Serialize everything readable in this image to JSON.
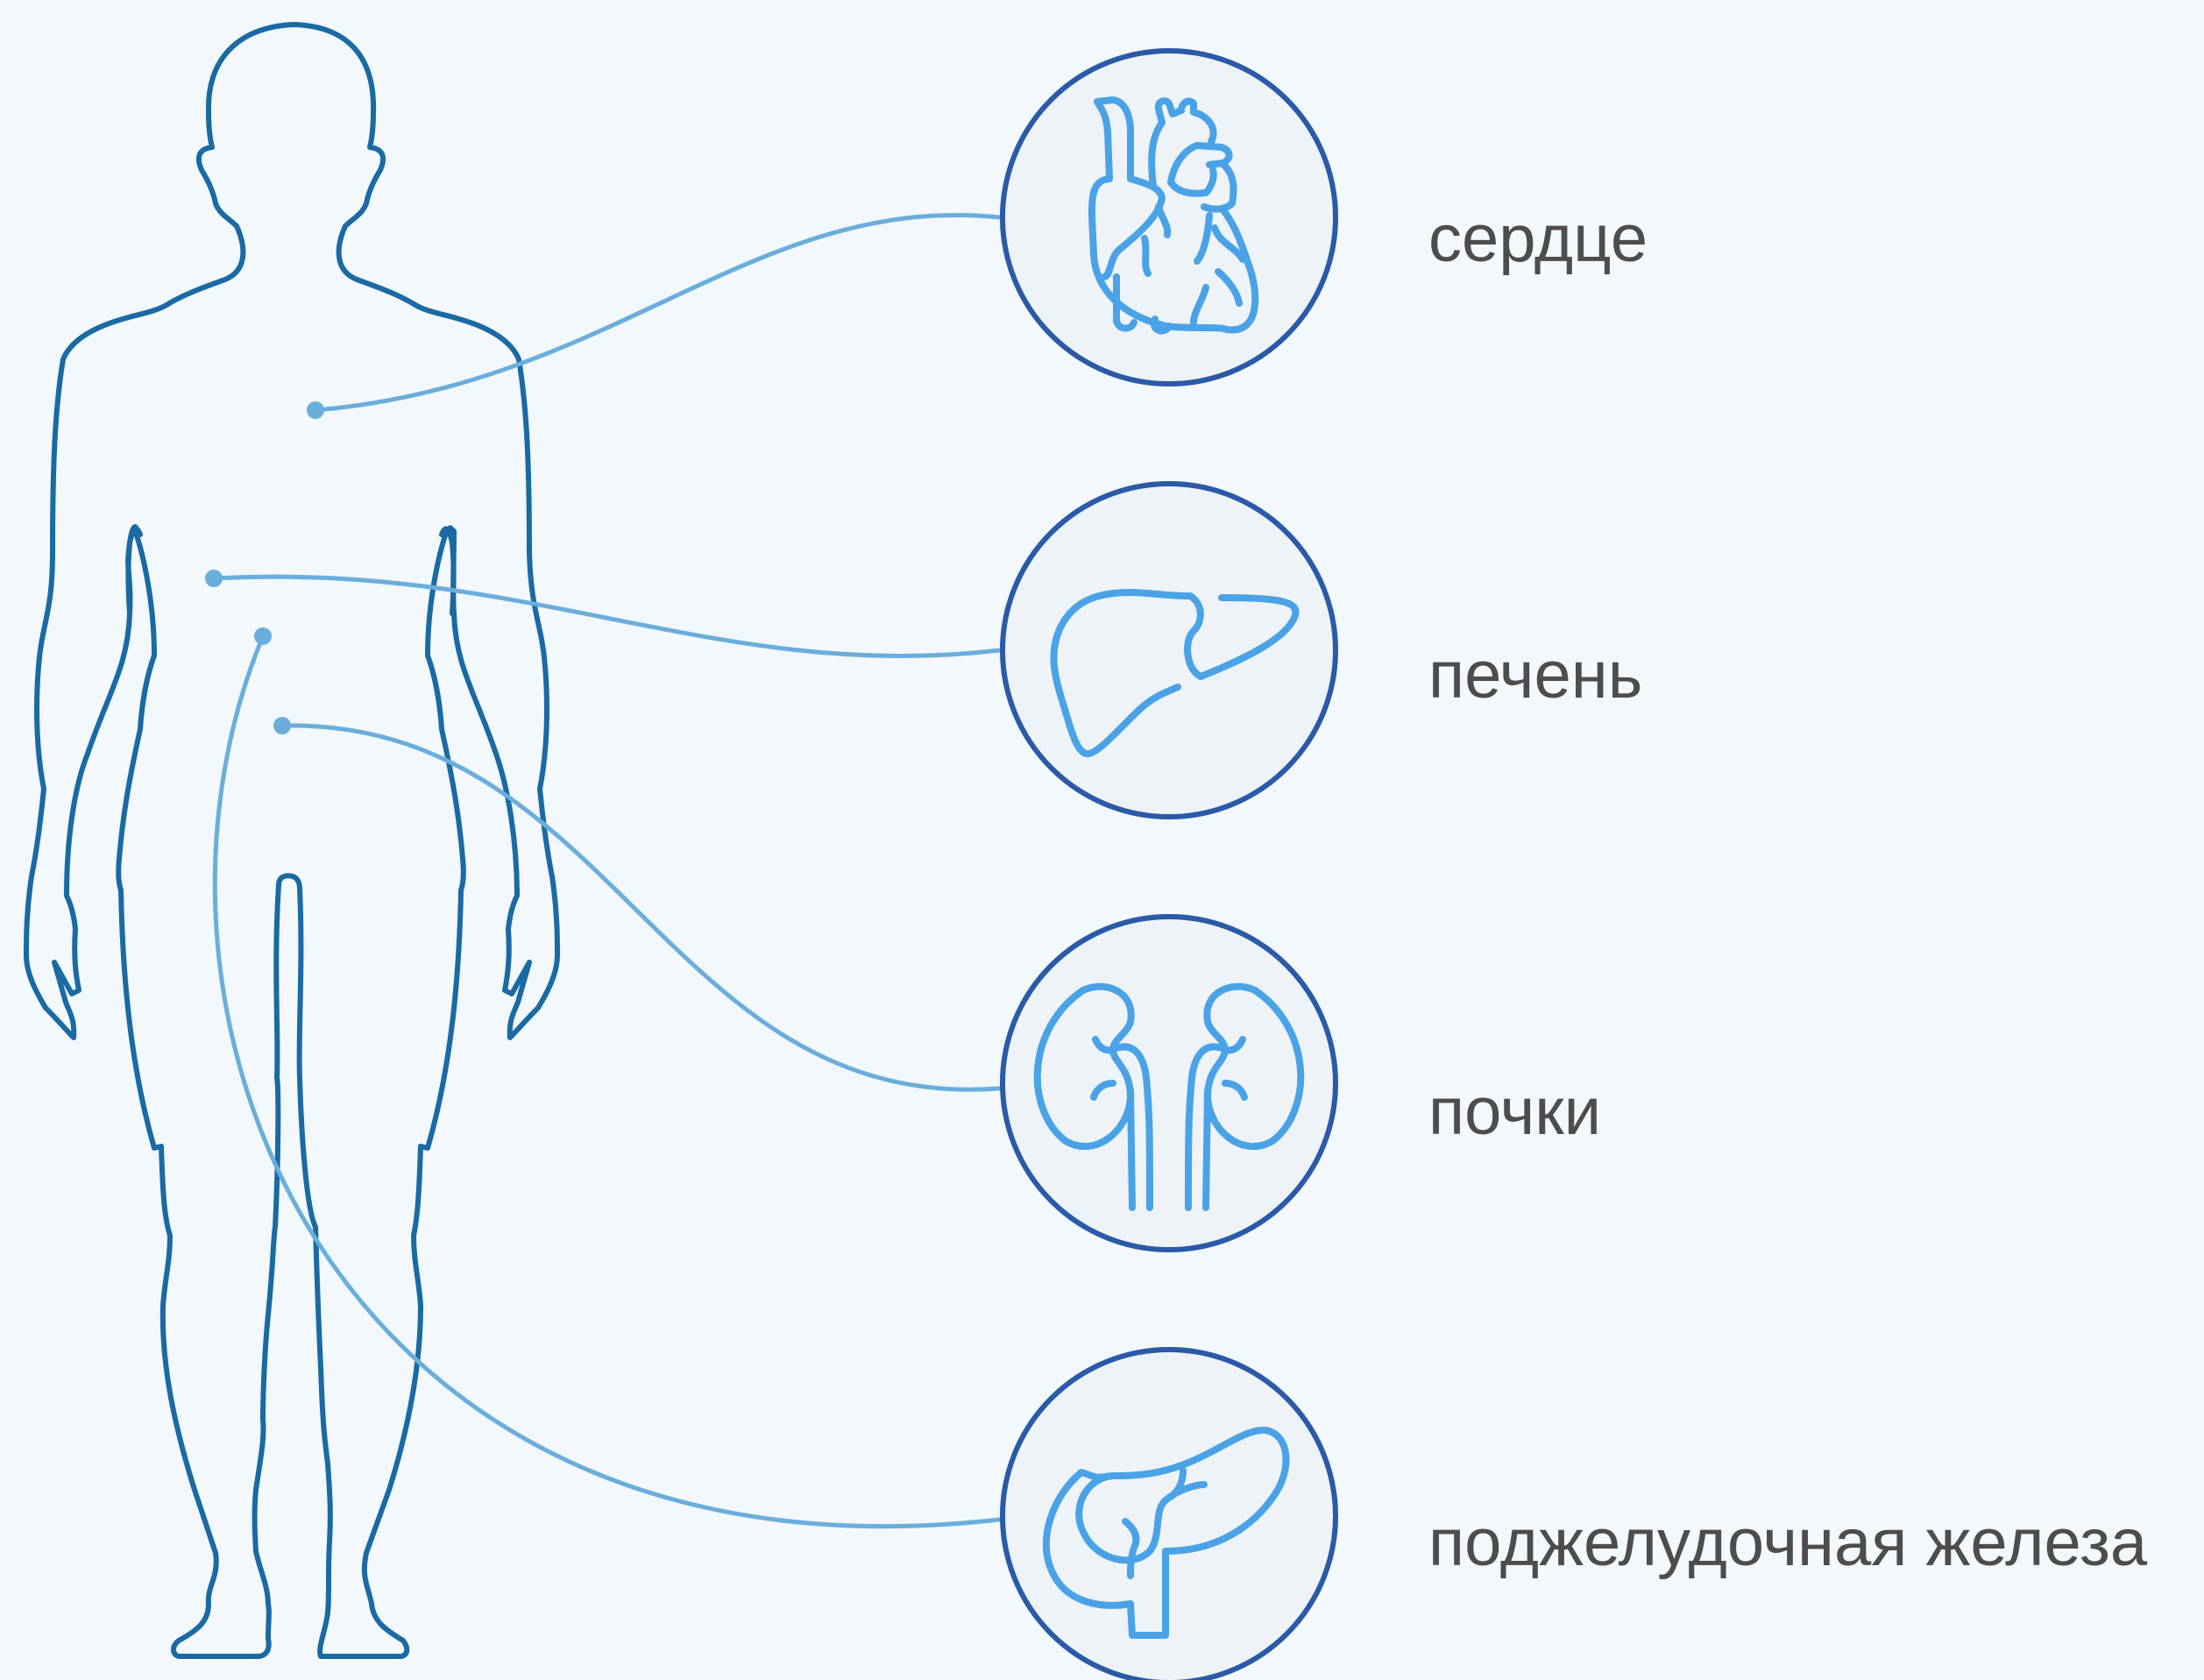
{
  "organs": [
    {
      "id": "heart",
      "label": "сердце",
      "icon": "heart-icon"
    },
    {
      "id": "liver",
      "label": "печень",
      "icon": "liver-icon"
    },
    {
      "id": "kidneys",
      "label": "почки",
      "icon": "kidneys-icon"
    },
    {
      "id": "pancreas",
      "label": "поджелудочная железа",
      "icon": "pancreas-icon"
    }
  ],
  "body_figure": {
    "icon": "human-body-outline"
  },
  "colors": {
    "background": "#f2f8fc",
    "body_outline": "#1a6aa4",
    "connector": "#6aaedc",
    "circle_border": "#2a5aa8",
    "circle_fill": "#eef3f8",
    "organ_icon": "#4aa3e6",
    "label_text": "#4d4d4d"
  }
}
